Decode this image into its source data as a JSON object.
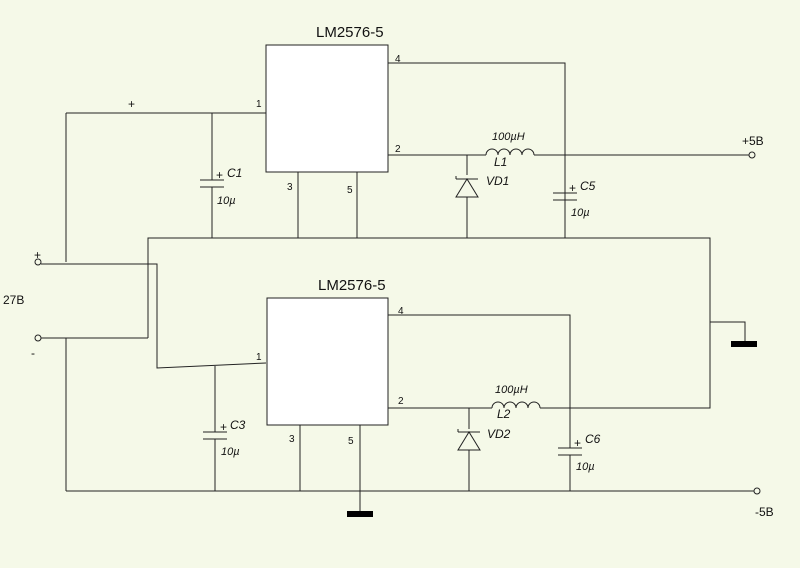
{
  "upper_regulator": {
    "title": "LM2576-5",
    "pins": {
      "p1": "1",
      "p2": "2",
      "p3": "3",
      "p4": "4",
      "p5": "5"
    },
    "c_in": {
      "name": "C1",
      "value": "10µ"
    },
    "diode": "VD1",
    "inductor": {
      "name": "L1",
      "value": "100µH"
    },
    "c_out": {
      "name": "C5",
      "value": "10µ"
    },
    "output": "+5В"
  },
  "lower_regulator": {
    "title": "LM2576-5",
    "pins": {
      "p1": "1",
      "p2": "2",
      "p3": "3",
      "p4": "4",
      "p5": "5"
    },
    "c_in": {
      "name": "C3",
      "value": "10µ"
    },
    "diode": "VD2",
    "inductor": {
      "name": "L2",
      "value": "100µH"
    },
    "c_out": {
      "name": "C6",
      "value": "10µ"
    },
    "output": "-5В"
  },
  "input": {
    "voltage": "27В",
    "plus": "+",
    "minus": "-",
    "rail_plus": "+"
  }
}
